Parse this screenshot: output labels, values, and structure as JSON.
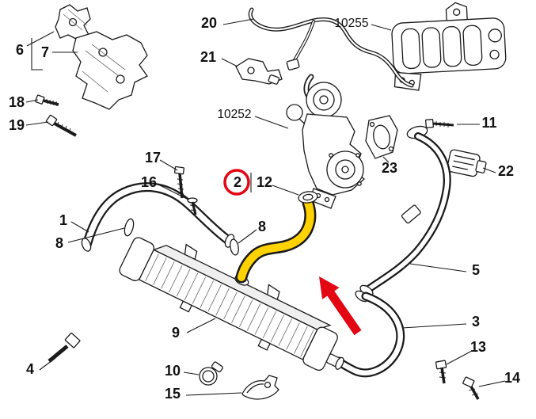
{
  "colors": {
    "background": "#ffffff",
    "line": "#1a1a1a",
    "highlight_red": "#e30613",
    "hose_yellow": "#ffd200"
  },
  "part_numbers": {
    "manifold": "10255",
    "turbo": "10252"
  },
  "callouts": [
    {
      "label": "6"
    },
    {
      "label": "7"
    },
    {
      "label": "18"
    },
    {
      "label": "19"
    },
    {
      "label": "17"
    },
    {
      "label": "16"
    },
    {
      "label": "1"
    },
    {
      "label": "8"
    },
    {
      "label": "4"
    },
    {
      "label": "20"
    },
    {
      "label": "21"
    },
    {
      "label": "2"
    },
    {
      "label": "12"
    },
    {
      "label": "8"
    },
    {
      "label": "9"
    },
    {
      "label": "10"
    },
    {
      "label": "15"
    },
    {
      "label": "23"
    },
    {
      "label": "11"
    },
    {
      "label": "22"
    },
    {
      "label": "5"
    },
    {
      "label": "3"
    },
    {
      "label": "13"
    },
    {
      "label": "14"
    }
  ],
  "highlight": {
    "circled_callout": "2"
  }
}
